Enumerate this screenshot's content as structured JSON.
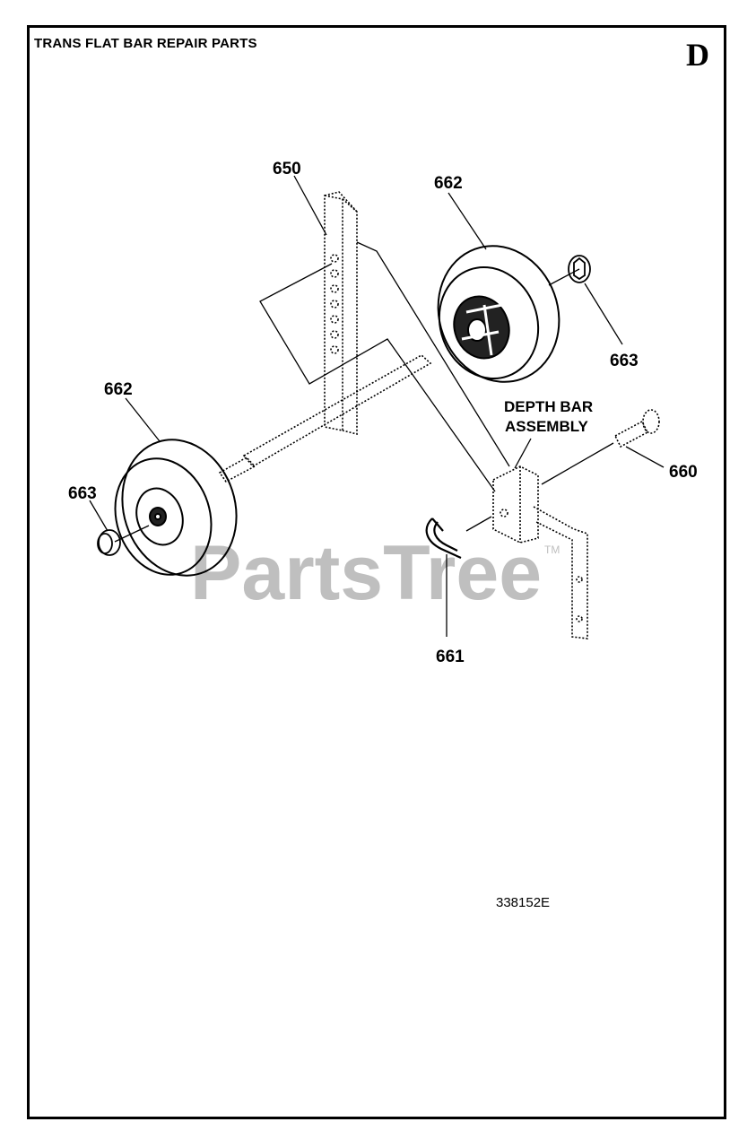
{
  "header": {
    "title": "TRANS FLAT BAR REPAIR PARTS",
    "section": "D"
  },
  "callouts": {
    "p650": "650",
    "p662_top": "662",
    "p663_right": "663",
    "p662_left": "662",
    "p663_left": "663",
    "p660": "660",
    "p661": "661"
  },
  "assembly_label": {
    "line1": "DEPTH BAR",
    "line2": "ASSEMBLY"
  },
  "drawing_number": "338152E",
  "watermark": {
    "text": "PartsTree",
    "trademark": "TM"
  }
}
